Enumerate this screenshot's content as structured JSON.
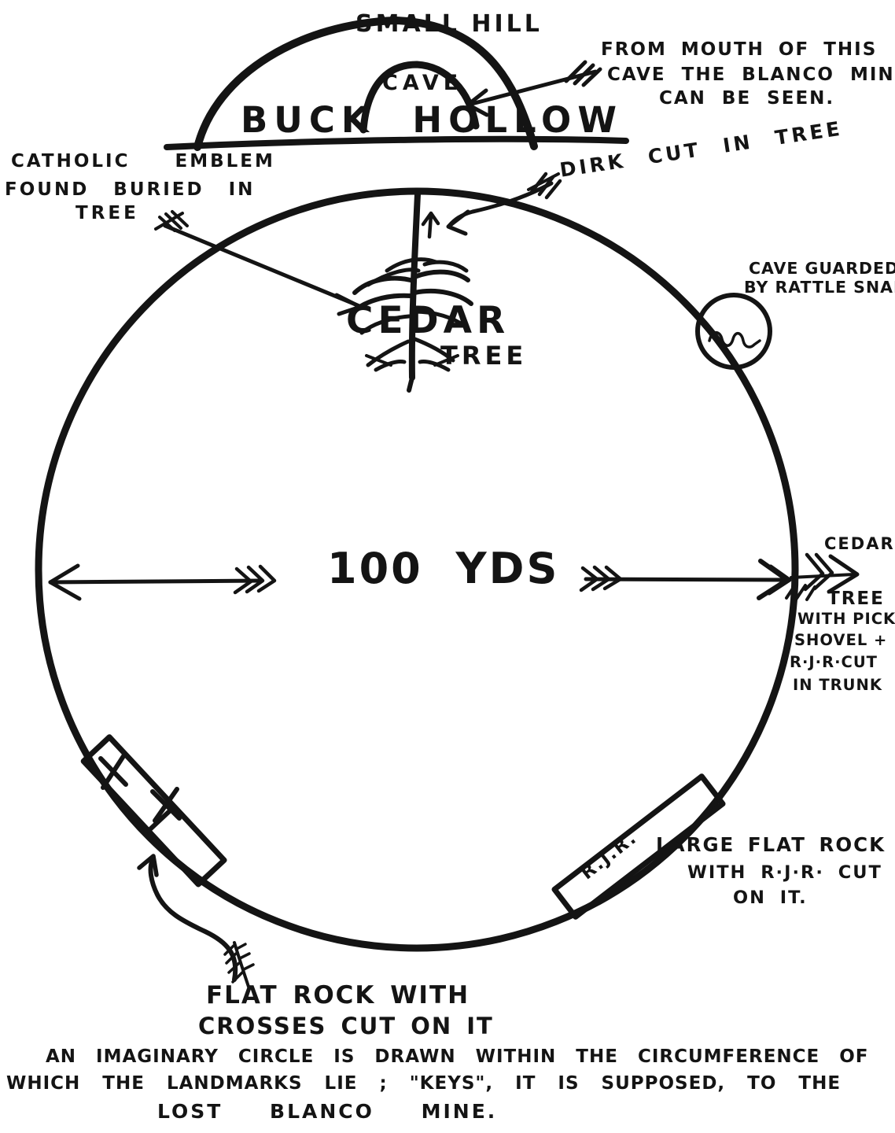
{
  "colors": {
    "ink": "#141414",
    "paper": "#ffffff"
  },
  "hill": {
    "small_hill": "SMALL HILL",
    "cave": "CAVE",
    "buck_hollow": "BUCK HOLLOW"
  },
  "annotations": {
    "from_mouth": {
      "line1": "FROM MOUTH OF THIS",
      "line2": "CAVE THE BLANCO MINE",
      "line3": "CAN BE SEEN."
    },
    "catholic_emblem": {
      "line1": "CATHOLIC EMBLEM",
      "line2": "FOUND BURIED IN",
      "line3": "TREE"
    },
    "dirk": "DIRK CUT IN TREE",
    "cave_guarded": {
      "line1": "CAVE GUARDED",
      "line2": "BY RATTLE SNAKE"
    },
    "center_tree": {
      "line1": "CEDAR",
      "line2": "TREE"
    },
    "distance": "100 YDS",
    "right_tree": {
      "line1": "CEDAR",
      "line2": "TREE",
      "line3": "WITH PICK",
      "line4": "SHOVEL +",
      "line5": "R·J·R·CUT",
      "line6": "IN TRUNK"
    },
    "large_flat_rock": {
      "line1": "LARGE FLAT ROCK",
      "line2": "WITH R·J·R· CUT",
      "line3": "ON IT."
    },
    "rjr_rock": "R.J.R.",
    "flat_rock_crosses": {
      "line1": "FLAT ROCK WITH",
      "line2": "CROSSES CUT ON IT"
    }
  },
  "caption": {
    "line1": "AN IMAGINARY CIRCLE IS DRAWN WITHIN THE CIRCUMFERENCE OF",
    "line2": "WHICH THE LANDMARKS LIE ; \"KEYS\", IT IS SUPPOSED, TO THE",
    "line3": "LOST BLANCO MINE."
  }
}
